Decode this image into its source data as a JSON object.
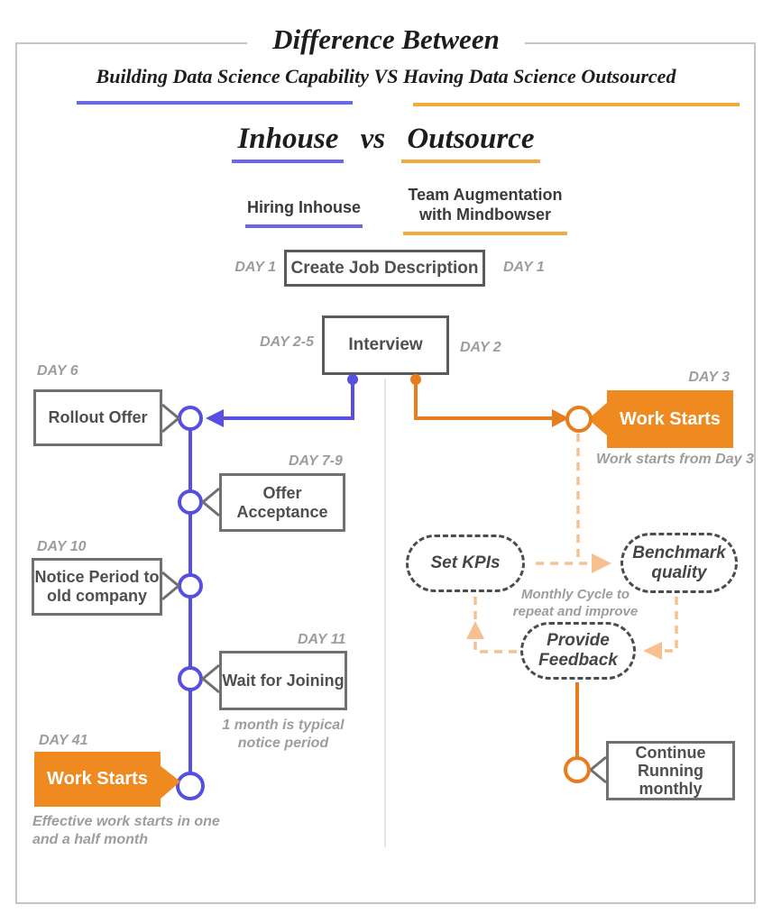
{
  "header": {
    "title": "Difference Between",
    "subtitle": "Building Data Science Capability VS Having Data Science Outsourced",
    "versus": {
      "left": "Inhouse",
      "middle": "vs",
      "right": "Outsource"
    },
    "left_track_label": "Hiring Inhouse",
    "right_track_label": "Team Augmentation with Mindbowser"
  },
  "shared_steps": {
    "create_jd": {
      "label": "Create Job Description",
      "left_day": "DAY 1",
      "right_day": "DAY 1"
    },
    "interview": {
      "label": "Interview",
      "left_day": "DAY 2-5",
      "right_day": "DAY 2"
    }
  },
  "inhouse": {
    "steps": [
      {
        "day": "DAY 6",
        "label": "Rollout Offer"
      },
      {
        "day": "DAY 7-9",
        "label": "Offer Acceptance"
      },
      {
        "day": "DAY 10",
        "label": "Notice Period to old company"
      },
      {
        "day": "DAY 11",
        "label": "Wait for Joining",
        "note": "1 month is typical notice period"
      },
      {
        "day": "DAY 41",
        "label": "Work Starts",
        "note": "Effective work starts in one and a half month"
      }
    ]
  },
  "outsource": {
    "work_starts": {
      "day": "DAY 3",
      "label": "Work Starts",
      "note": "Work starts from Day 3"
    },
    "cycle": {
      "steps": [
        {
          "label": "Set KPIs"
        },
        {
          "label": "Benchmark quality"
        },
        {
          "label": "Provide Feedback"
        }
      ],
      "note": "Monthly Cycle to repeat and improve"
    },
    "continue": {
      "label": "Continue Running monthly"
    }
  },
  "colors": {
    "inhouse_accent": "#564fe0",
    "inhouse_underline": "#6b68e8",
    "outsource_accent": "#e87d1e",
    "outsource_fill": "#ee8a1f",
    "outsource_underline": "#f2a93d",
    "outsource_dashed": "#f7c08e",
    "box_border": "#6f7072",
    "muted_text": "#9d9d9d",
    "dark_text": "#4f4f52"
  }
}
